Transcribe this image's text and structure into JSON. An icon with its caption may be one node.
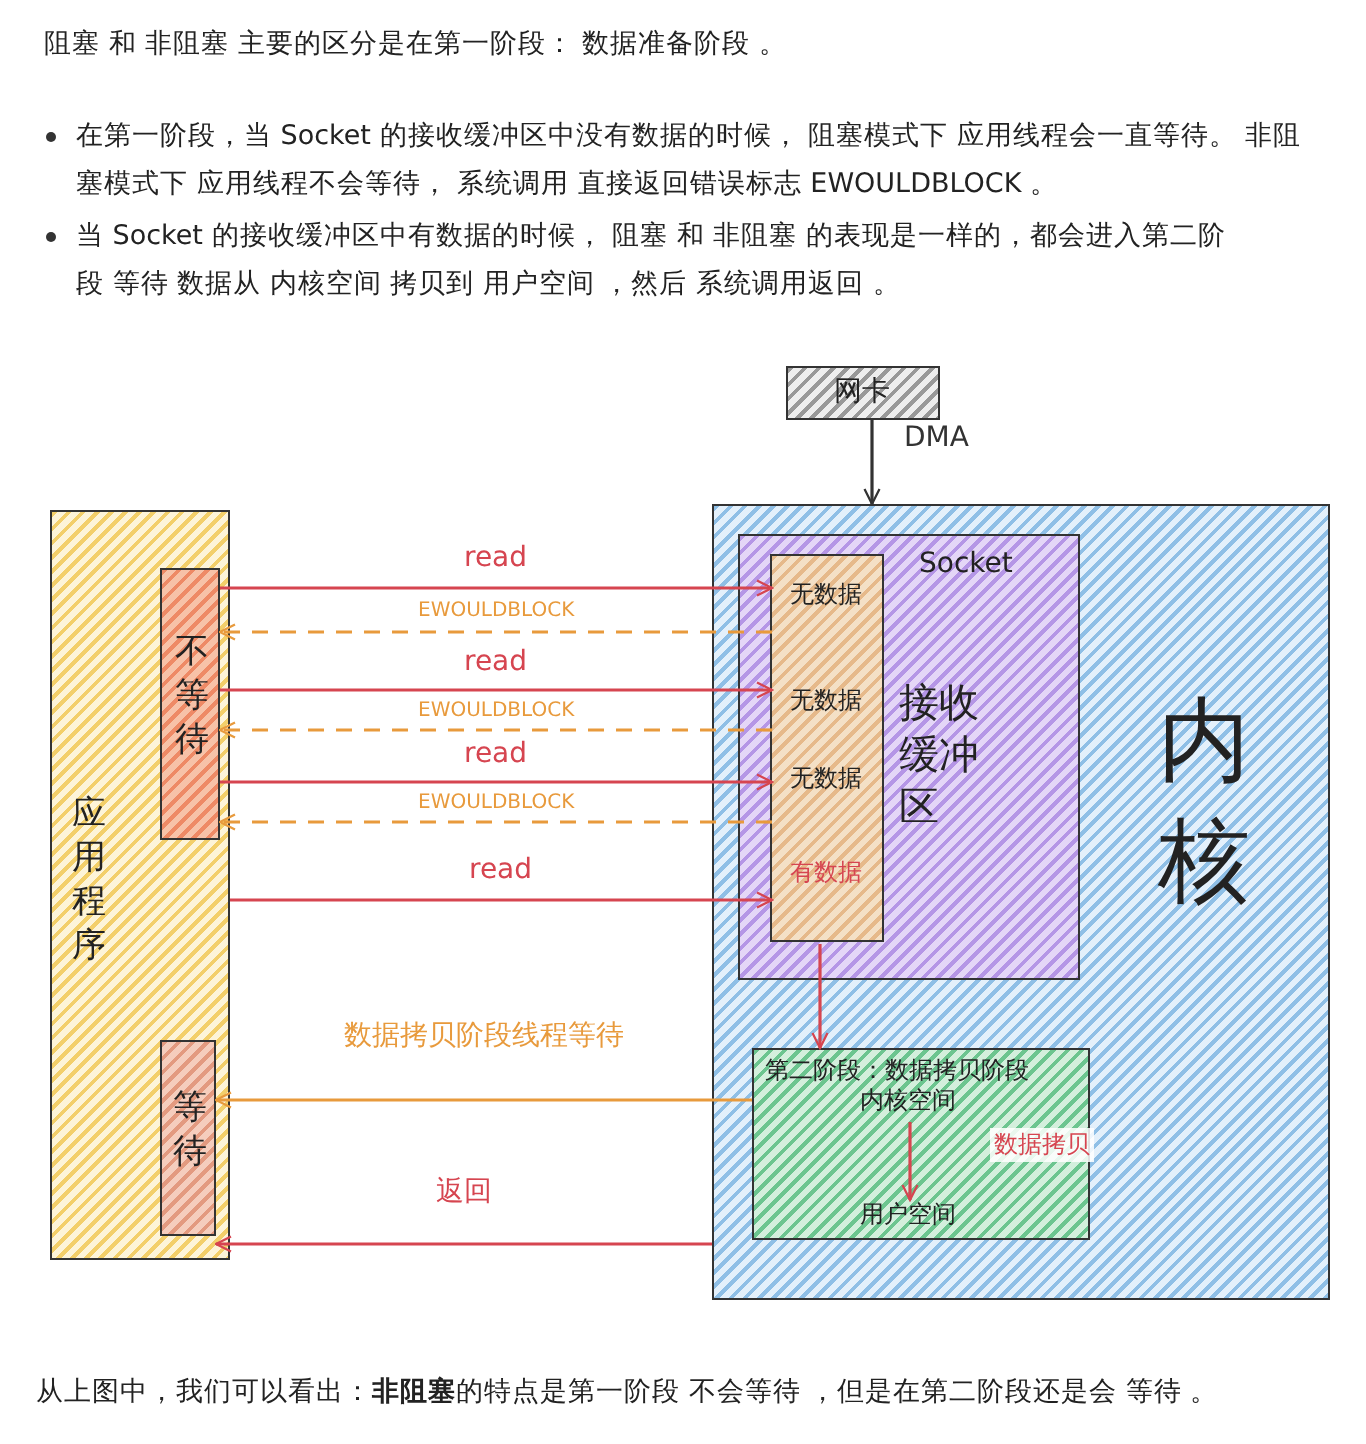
{
  "diagram": {
    "nodes": [
      {
        "text": [
          "应用程序"
        ]
      },
      {
        "text": [
          "不等待"
        ],
        "in": 0
      },
      {
        "text": [
          "等待"
        ],
        "in": 0
      },
      {
        "text": [
          "网卡"
        ]
      },
      {
        "text": [
          "内核"
        ]
      },
      {
        "text": [
          "Socket",
          "接收缓冲区"
        ],
        "in": 4
      },
      {
        "text": [],
        "shape": "box",
        "in": 5
      },
      {
        "text": [
          "无数据"
        ],
        "in": 6
      },
      {
        "text": [
          "无数据"
        ],
        "in": 6
      },
      {
        "text": [
          "无数据"
        ],
        "in": 6
      },
      {
        "text": [
          "有数据"
        ],
        "in": 6
      },
      {
        "text": [
          "第二阶段：数据拷贝阶段"
        ],
        "in": 4
      },
      {
        "text": [
          "内核空间"
        ],
        "in": 11
      },
      {
        "text": [
          "用户空间"
        ],
        "in": 11
      }
    ],
    "edges": [
      {
        "from": 3,
        "to": 4,
        "arrow": "to",
        "label": "DMA",
        "color": "#333333"
      },
      {
        "from": 1,
        "to": 7,
        "arrow": "to",
        "label": "read"
      },
      {
        "from": 7,
        "to": 1,
        "arrow": "to",
        "label": "EWOULDBLOCK",
        "style": "dashed",
        "color": "#e89a3c"
      },
      {
        "from": 1,
        "to": 8,
        "arrow": "to",
        "label": "read"
      },
      {
        "from": 8,
        "to": 1,
        "arrow": "to",
        "label": "EWOULDBLOCK",
        "style": "dashed",
        "color": "#e89a3c"
      },
      {
        "from": 1,
        "to": 9,
        "arrow": "to",
        "label": "read"
      },
      {
        "from": 9,
        "to": 1,
        "arrow": "to",
        "label": "EWOULDBLOCK",
        "style": "dashed",
        "color": "#e89a3c"
      },
      {
        "from": 0,
        "to": 10,
        "arrow": "to",
        "label": "read"
      },
      {
        "from": 6,
        "to": 11,
        "arrow": "to"
      },
      {
        "from": 11,
        "to": 2,
        "arrow": "to",
        "label": "数据拷贝阶段线程等待",
        "color": "#e89a3c"
      },
      {
        "from": 4,
        "to": 2,
        "arrow": "to",
        "label": "返回"
      },
      {
        "from": 12,
        "to": 13,
        "arrow": "to",
        "label": "数据拷贝"
      }
    ],
    "labels": [
      "阻塞 和 非阻塞 主要的区分是在第一阶段： 数据准备阶段 。",
      "在第一阶段，当 Socket 的接收缓冲区中没有数据的时候， 阻塞模式下 应用线程会一直等待。 非阻塞模式下 应用线程不会等待， 系统调用 直接返回错误标志 EWOULDBLOCK 。",
      "当 Socket 的接收缓冲区中有数据的时候， 阻塞 和 非阻塞 的表现是一样的，都会进入第二阶段 等待 数据从 内核空间 拷贝到 用户空间 ，然后 系统调用返回 。",
      "从上图中，我们可以看出：**非阻塞**的特点是第一阶段 不会等待 ，但是在第二阶段还是会 等待 。"
    ]
  }
}
